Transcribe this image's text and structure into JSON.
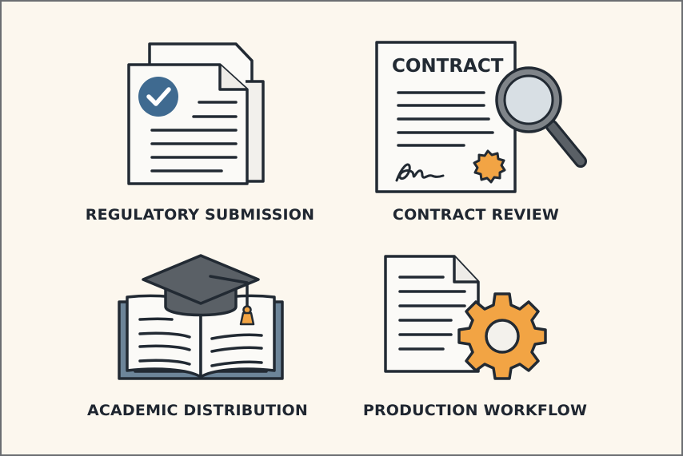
{
  "tiles": [
    {
      "id": "regulatory",
      "label": "REGULATORY SUBMISSION",
      "icon": "documents-check-icon"
    },
    {
      "id": "contract",
      "label": "CONTRACT REVIEW",
      "icon": "contract-magnifier-icon",
      "document_heading": "CONTRACT"
    },
    {
      "id": "academic",
      "label": "ACADEMIC DISTRIBUTION",
      "icon": "book-graduation-cap-icon"
    },
    {
      "id": "production",
      "label": "PRODUCTION WORKFLOW",
      "icon": "document-gear-icon"
    }
  ],
  "colors": {
    "background": "#fcf7ee",
    "outline": "#222a33",
    "paper": "#fbfaf7",
    "check_blue": "#3f6a90",
    "accent_orange": "#f2a444",
    "cap_gray": "#5a6066",
    "lens": "#d8dfe4",
    "book_cover": "#6d8599"
  }
}
